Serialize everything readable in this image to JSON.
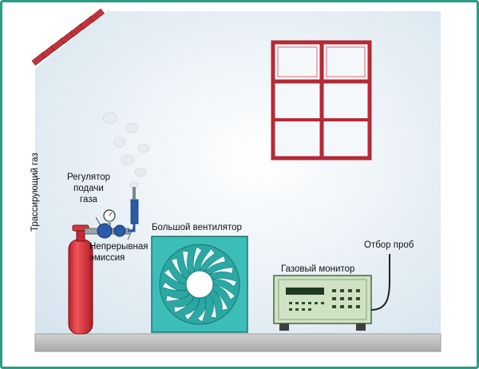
{
  "labels": {
    "regulator": [
      "Регулятор",
      "подачи",
      "газа"
    ],
    "tracer_gas": "Трассирующий газ",
    "continuous_emission": [
      "Непрерывная",
      "эмиссия"
    ],
    "big_fan": "Большой вентилятор",
    "gas_monitor": "Газовый монитор",
    "sampling": "Отбор проб"
  },
  "colors": {
    "border": "#2a9d86",
    "wall": "#dfeaf1",
    "floor": "#c8c8c8",
    "brick": "#c3323c",
    "window_frame": "#b52a35",
    "cylinder": "#e2383f",
    "fan_panel": "#3cbdb8",
    "monitor": "#cfe3c4",
    "regulator_blue": "#2a5ba8"
  }
}
